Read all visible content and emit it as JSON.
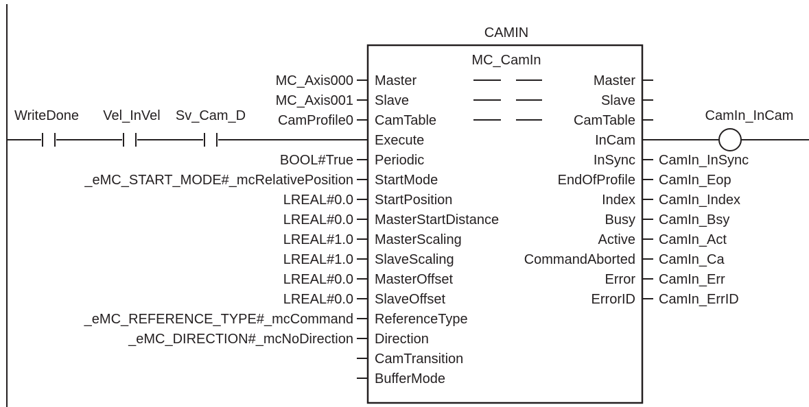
{
  "instance_name": "CAMIN",
  "fb_type": "MC_CamIn",
  "contacts": [
    "WriteDone",
    "Vel_InVel",
    "Sv_Cam_D"
  ],
  "coil": "CamIn_InCam",
  "inputs": [
    {
      "arg": "MC_Axis000",
      "pin": "Master"
    },
    {
      "arg": "MC_Axis001",
      "pin": "Slave"
    },
    {
      "arg": "CamProfile0",
      "pin": "CamTable"
    },
    {
      "arg": "",
      "pin": "Execute"
    },
    {
      "arg": "BOOL#True",
      "pin": "Periodic"
    },
    {
      "arg": "_eMC_START_MODE#_mcRelativePosition",
      "pin": "StartMode"
    },
    {
      "arg": "LREAL#0.0",
      "pin": "StartPosition"
    },
    {
      "arg": "LREAL#0.0",
      "pin": "MasterStartDistance"
    },
    {
      "arg": "LREAL#1.0",
      "pin": "MasterScaling"
    },
    {
      "arg": "LREAL#1.0",
      "pin": "SlaveScaling"
    },
    {
      "arg": "LREAL#0.0",
      "pin": "MasterOffset"
    },
    {
      "arg": "LREAL#0.0",
      "pin": "SlaveOffset"
    },
    {
      "arg": "_eMC_REFERENCE_TYPE#_mcCommand",
      "pin": "ReferenceType"
    },
    {
      "arg": "_eMC_DIRECTION#_mcNoDirection",
      "pin": "Direction"
    },
    {
      "arg": "",
      "pin": "CamTransition"
    },
    {
      "arg": "",
      "pin": "BufferMode"
    }
  ],
  "outputs": [
    {
      "pin": "Master",
      "arg": ""
    },
    {
      "pin": "Slave",
      "arg": ""
    },
    {
      "pin": "CamTable",
      "arg": ""
    },
    {
      "pin": "InCam",
      "arg": ""
    },
    {
      "pin": "InSync",
      "arg": "CamIn_InSync"
    },
    {
      "pin": "EndOfProfile",
      "arg": "CamIn_Eop"
    },
    {
      "pin": "Index",
      "arg": "CamIn_Index"
    },
    {
      "pin": "Busy",
      "arg": "CamIn_Bsy"
    },
    {
      "pin": "Active",
      "arg": "CamIn_Act"
    },
    {
      "pin": "CommandAborted",
      "arg": "CamIn_Ca"
    },
    {
      "pin": "Error",
      "arg": "CamIn_Err"
    },
    {
      "pin": "ErrorID",
      "arg": "CamIn_ErrID"
    }
  ]
}
